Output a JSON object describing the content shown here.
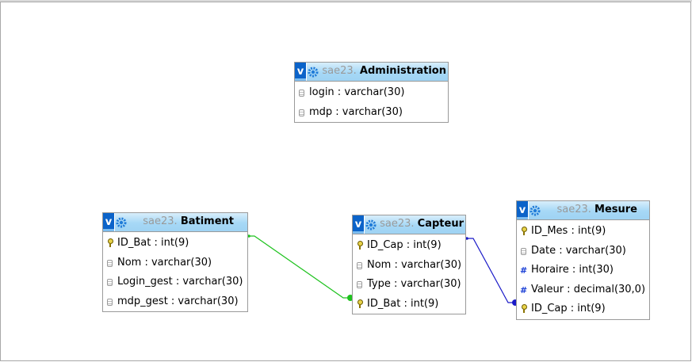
{
  "schema": "sae23.",
  "tables": {
    "administration": {
      "name": "Administration",
      "columns": [
        {
          "label": "login : varchar(30)",
          "icon": "column-icon"
        },
        {
          "label": "mdp : varchar(30)",
          "icon": "column-icon"
        }
      ]
    },
    "batiment": {
      "name": "Batiment",
      "columns": [
        {
          "label": "ID_Bat : int(9)",
          "icon": "key-icon"
        },
        {
          "label": "Nom : varchar(30)",
          "icon": "column-icon"
        },
        {
          "label": "Login_gest : varchar(30)",
          "icon": "column-icon"
        },
        {
          "label": "mdp_gest : varchar(30)",
          "icon": "column-icon"
        }
      ]
    },
    "capteur": {
      "name": "Capteur",
      "columns": [
        {
          "label": "ID_Cap : int(9)",
          "icon": "key-icon"
        },
        {
          "label": "Nom : varchar(30)",
          "icon": "column-icon"
        },
        {
          "label": "Type : varchar(30)",
          "icon": "column-icon"
        },
        {
          "label": "ID_Bat : int(9)",
          "icon": "key-icon"
        }
      ]
    },
    "mesure": {
      "name": "Mesure",
      "columns": [
        {
          "label": "ID_Mes : int(9)",
          "icon": "key-icon"
        },
        {
          "label": "Date : varchar(30)",
          "icon": "column-icon"
        },
        {
          "label": "Horaire : int(30)",
          "icon": "numeric-icon"
        },
        {
          "label": "Valeur : decimal(30,0)",
          "icon": "numeric-icon"
        },
        {
          "label": "ID_Cap : int(9)",
          "icon": "key-icon"
        }
      ]
    }
  },
  "relations": [
    {
      "from": "Batiment.ID_Bat",
      "to": "Capteur.ID_Bat",
      "color": "#1ec21e"
    },
    {
      "from": "Capteur.ID_Cap",
      "to": "Mesure.ID_Cap",
      "color": "#1a1ac8"
    }
  ],
  "colors": {
    "header_gradient": "#a6d8f6",
    "toggle_button": "#0b63c9",
    "schema_prefix": "#9a9a9a"
  }
}
